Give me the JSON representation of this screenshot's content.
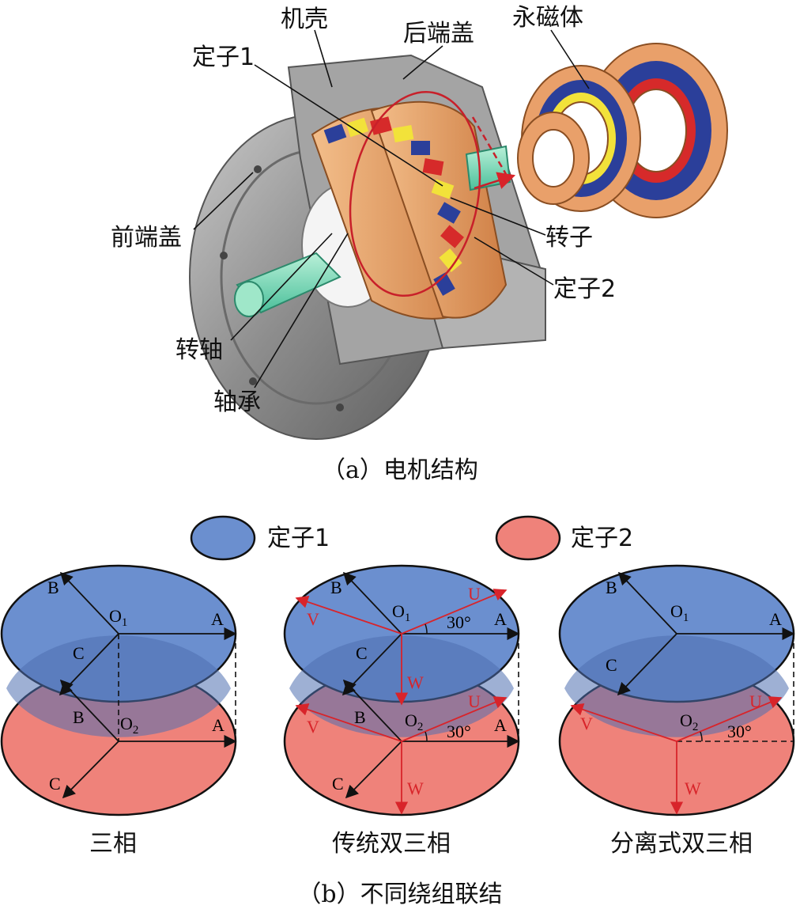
{
  "part_a": {
    "labels": {
      "housing": "机壳",
      "rear_cover": "后端盖",
      "magnet": "永磁体",
      "stator1": "定子1",
      "front_cover": "前端盖",
      "rotor": "转子",
      "stator2": "定子2",
      "shaft": "转轴",
      "bearing": "轴承"
    },
    "caption": "（a）电机结构"
  },
  "legend": {
    "stator1": "定子1",
    "stator2": "定子2"
  },
  "colors": {
    "stator1": "#6b8fcf",
    "stator2": "#ef827a",
    "phasor_black": "#111111",
    "phasor_red": "#d8242a",
    "copper": "#e8a46b",
    "housing": "#9a9a9a"
  },
  "part_b": {
    "panels": [
      {
        "title": "三相"
      },
      {
        "title": "传统双三相"
      },
      {
        "title": "分离式双三相"
      }
    ],
    "vectors": {
      "A": "A",
      "B": "B",
      "C": "C",
      "U": "U",
      "V": "V",
      "W": "W",
      "O": "O",
      "sub1": "1",
      "sub2": "2",
      "angle": "30°"
    },
    "caption": "（b）不同绕组联结"
  }
}
